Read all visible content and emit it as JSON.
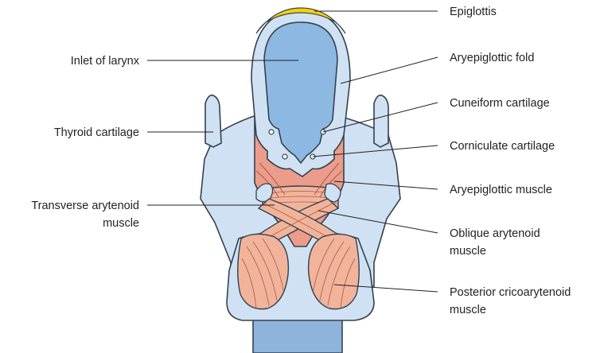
{
  "labels": {
    "epiglottis": "Epiglottis",
    "inlet_of_larynx": "Inlet of larynx",
    "aryepiglottic_fold": "Aryepiglottic fold",
    "cuneiform_cartilage": "Cuneiform cartilage",
    "thyroid_cartilage": "Thyroid cartilage",
    "corniculate_cartilage": "Corniculate cartilage",
    "aryepiglottic_muscle": "Aryepiglottic muscle",
    "transverse_arytenoid_line1": "Transverse arytenoid",
    "transverse_arytenoid_line2": "muscle",
    "oblique_arytenoid_line1": "Oblique arytenoid",
    "oblique_arytenoid_line2": "muscle",
    "posterior_cricoarytenoid_line1": "Posterior cricoarytenoid",
    "posterior_cricoarytenoid_line2": "muscle"
  },
  "colors": {
    "cartilage": "#cfe1f3",
    "outline": "#33424f",
    "inlet": "#8db8e2",
    "epiglottis_tip": "#f6d10a",
    "mucosa": "#ec9c8a",
    "muscle": "#f1b49b",
    "trachea": "#8fb4dc"
  }
}
